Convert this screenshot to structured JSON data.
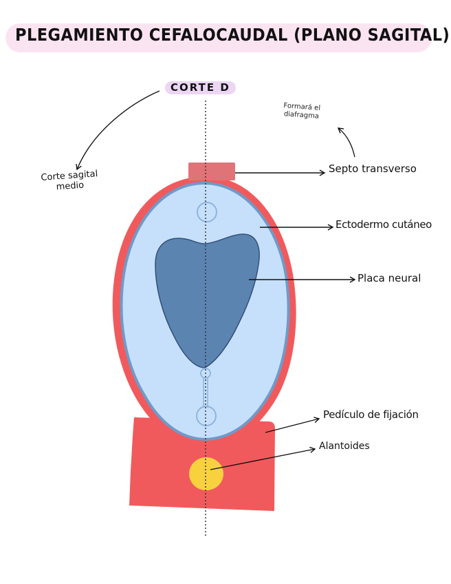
{
  "title": "PLEGAMIENTO CEFALOCAUDAL (PLANO SAGITAL)",
  "cut_label": "CORTE D",
  "labels": {
    "corte_sagital_line1": "Corte sagital",
    "corte_sagital_line2": "medio",
    "diafragma_line1": "Formará el",
    "diafragma_line2": "diafragma",
    "septo": "Septo transverso",
    "ectodermo": "Ectodermo cutáneo",
    "placa": "Placa neural",
    "pediculo": "Pedículo de fijación",
    "alantoides": "Alantoides"
  },
  "colors": {
    "title_highlight": "#fbe4f1",
    "cut_highlight": "#ecd6f4",
    "outer_layer_red": "#f15a5c",
    "ectoderm_blue": "#c6e0fb",
    "ectoderm_outline": "#6f9ac9",
    "neural_plate": "#5b84b1",
    "septum": "#e07377",
    "allantois": "#f7d23e"
  }
}
